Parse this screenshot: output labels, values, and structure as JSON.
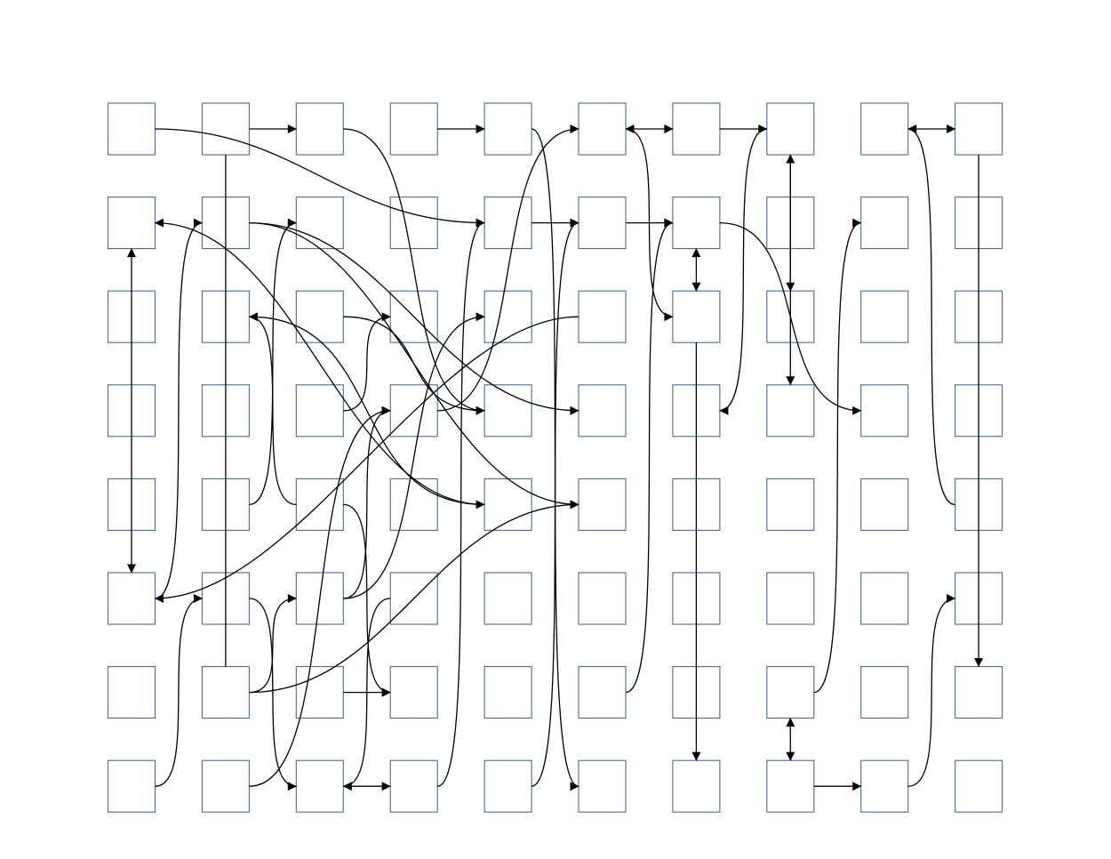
{
  "diagram": {
    "type": "grid-graph",
    "rows": 8,
    "cols": 10,
    "colors": {
      "node_stroke": "#4a6a95",
      "edge": "#000000",
      "background": "#ffffff"
    },
    "edges": [
      {
        "from": [
          0,
          0
        ],
        "to": [
          1,
          4
        ],
        "dir": "forward"
      },
      {
        "from": [
          0,
          1
        ],
        "to": [
          0,
          2
        ],
        "dir": "forward"
      },
      {
        "from": [
          0,
          1
        ],
        "to": [
          6,
          1
        ],
        "dir": "none"
      },
      {
        "from": [
          0,
          2
        ],
        "to": [
          3,
          4
        ],
        "dir": "forward"
      },
      {
        "from": [
          0,
          3
        ],
        "to": [
          0,
          4
        ],
        "dir": "forward"
      },
      {
        "from": [
          0,
          4
        ],
        "to": [
          7,
          5
        ],
        "dir": "forward"
      },
      {
        "from": [
          0,
          5
        ],
        "to": [
          0,
          6
        ],
        "dir": "forward"
      },
      {
        "from": [
          0,
          5
        ],
        "to": [
          2,
          6
        ],
        "dir": "both"
      },
      {
        "from": [
          0,
          6
        ],
        "to": [
          0,
          7
        ],
        "dir": "forward"
      },
      {
        "from": [
          0,
          7
        ],
        "to": [
          3,
          6
        ],
        "dir": "forward"
      },
      {
        "from": [
          0,
          7
        ],
        "to": [
          2,
          7
        ],
        "dir": "forward"
      },
      {
        "from": [
          0,
          7
        ],
        "to": [
          3,
          7
        ],
        "dir": "both"
      },
      {
        "from": [
          0,
          8
        ],
        "to": [
          0,
          9
        ],
        "dir": "forward"
      },
      {
        "from": [
          0,
          9
        ],
        "to": [
          6,
          9
        ],
        "dir": "forward"
      },
      {
        "from": [
          1,
          0
        ],
        "to": [
          5,
          0
        ],
        "dir": "both"
      },
      {
        "from": [
          1,
          1
        ],
        "to": [
          4,
          5
        ],
        "dir": "forward"
      },
      {
        "from": [
          1,
          1
        ],
        "to": [
          3,
          5
        ],
        "dir": "forward"
      },
      {
        "from": [
          1,
          4
        ],
        "to": [
          1,
          5
        ],
        "dir": "forward"
      },
      {
        "from": [
          1,
          5
        ],
        "to": [
          1,
          6
        ],
        "dir": "forward"
      },
      {
        "from": [
          1,
          6
        ],
        "to": [
          2,
          6
        ],
        "dir": "both"
      },
      {
        "from": [
          1,
          6
        ],
        "to": [
          3,
          8
        ],
        "dir": "forward"
      },
      {
        "from": [
          2,
          1
        ],
        "to": [
          4,
          4
        ],
        "dir": "forward"
      },
      {
        "from": [
          2,
          2
        ],
        "to": [
          3,
          4
        ],
        "dir": "forward"
      },
      {
        "from": [
          2,
          5
        ],
        "to": [
          5,
          0
        ],
        "dir": "forward"
      },
      {
        "from": [
          2,
          6
        ],
        "to": [
          7,
          6
        ],
        "dir": "forward"
      },
      {
        "from": [
          3,
          2
        ],
        "to": [
          2,
          3
        ],
        "dir": "forward"
      },
      {
        "from": [
          3,
          3
        ],
        "to": [
          0,
          5
        ],
        "dir": "forward"
      },
      {
        "from": [
          4,
          1
        ],
        "to": [
          1,
          2
        ],
        "dir": "forward"
      },
      {
        "from": [
          4,
          2
        ],
        "to": [
          2,
          1
        ],
        "dir": "forward"
      },
      {
        "from": [
          4,
          2
        ],
        "to": [
          6,
          3
        ],
        "dir": "forward"
      },
      {
        "from": [
          4,
          4
        ],
        "to": [
          1,
          0
        ],
        "dir": "forward"
      },
      {
        "from": [
          4,
          9
        ],
        "to": [
          0,
          8
        ],
        "dir": "forward"
      },
      {
        "from": [
          5,
          0
        ],
        "to": [
          1,
          1
        ],
        "dir": "forward"
      },
      {
        "from": [
          5,
          1
        ],
        "to": [
          7,
          2
        ],
        "dir": "forward"
      },
      {
        "from": [
          5,
          2
        ],
        "to": [
          3,
          3
        ],
        "dir": "forward"
      },
      {
        "from": [
          5,
          2
        ],
        "to": [
          2,
          4
        ],
        "dir": "forward"
      },
      {
        "from": [
          5,
          3
        ],
        "to": [
          7,
          2
        ],
        "dir": "forward"
      },
      {
        "from": [
          6,
          1
        ],
        "to": [
          5,
          2
        ],
        "dir": "forward"
      },
      {
        "from": [
          6,
          1
        ],
        "to": [
          4,
          5
        ],
        "dir": "forward"
      },
      {
        "from": [
          6,
          2
        ],
        "to": [
          6,
          3
        ],
        "dir": "forward"
      },
      {
        "from": [
          6,
          5
        ],
        "to": [
          1,
          6
        ],
        "dir": "forward"
      },
      {
        "from": [
          6,
          7
        ],
        "to": [
          7,
          7
        ],
        "dir": "both"
      },
      {
        "from": [
          6,
          7
        ],
        "to": [
          1,
          8
        ],
        "dir": "forward"
      },
      {
        "from": [
          7,
          0
        ],
        "to": [
          5,
          1
        ],
        "dir": "forward"
      },
      {
        "from": [
          7,
          1
        ],
        "to": [
          3,
          3
        ],
        "dir": "forward"
      },
      {
        "from": [
          7,
          2
        ],
        "to": [
          7,
          3
        ],
        "dir": "forward"
      },
      {
        "from": [
          7,
          3
        ],
        "to": [
          1,
          4
        ],
        "dir": "forward"
      },
      {
        "from": [
          7,
          4
        ],
        "to": [
          1,
          5
        ],
        "dir": "forward"
      },
      {
        "from": [
          7,
          7
        ],
        "to": [
          7,
          8
        ],
        "dir": "forward"
      },
      {
        "from": [
          7,
          8
        ],
        "to": [
          5,
          9
        ],
        "dir": "forward"
      }
    ]
  }
}
